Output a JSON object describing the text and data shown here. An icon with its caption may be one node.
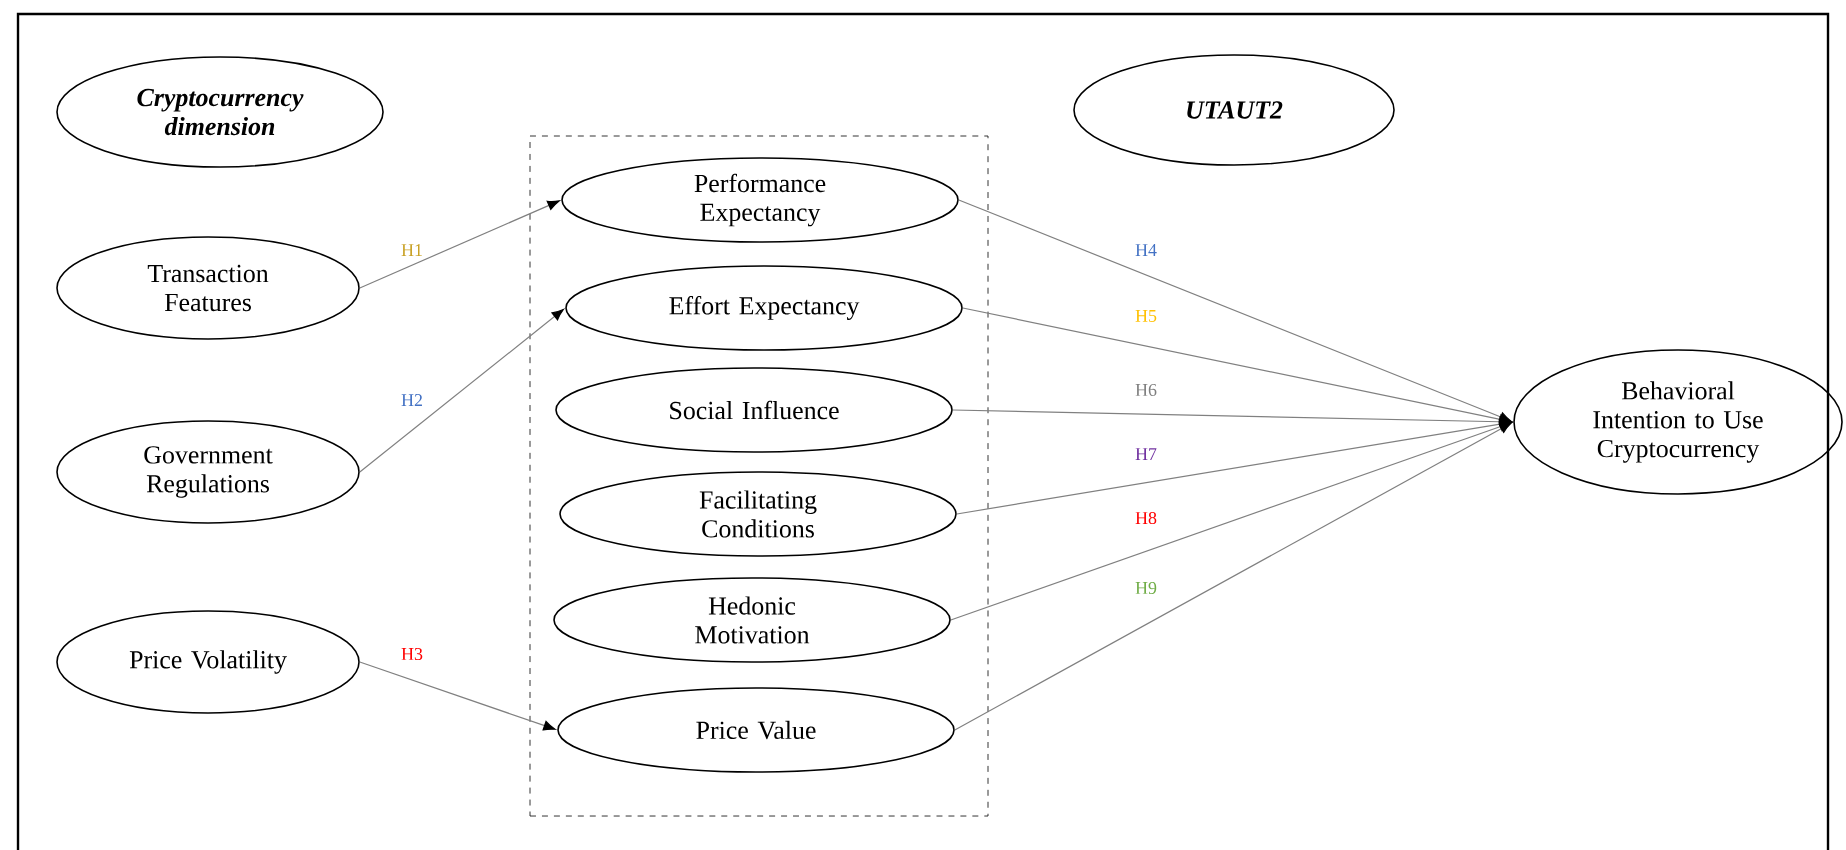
{
  "diagram": {
    "nodes": [
      {
        "text": [
          "Cryptocurrency dimension"
        ]
      },
      {
        "text": [
          "UTAUT2"
        ]
      },
      {
        "text": [
          "Transaction Features"
        ]
      },
      {
        "text": [
          "Government Regulations"
        ]
      },
      {
        "text": [
          "Price Volatility"
        ]
      },
      {
        "text": [],
        "shape": "box"
      },
      {
        "text": [
          "Performance Expectancy"
        ],
        "in": 5
      },
      {
        "text": [
          "Effort Expectancy"
        ],
        "in": 5
      },
      {
        "text": [
          "Social Influence"
        ],
        "in": 5
      },
      {
        "text": [
          "Facilitating Conditions"
        ],
        "in": 5
      },
      {
        "text": [
          "Hedonic Motivation"
        ],
        "in": 5
      },
      {
        "text": [
          "Price Value"
        ],
        "in": 5
      },
      {
        "text": [
          "Behavioral Intention to Use Cryptocurrency"
        ]
      }
    ],
    "edges": [
      {
        "from": 2,
        "to": 6,
        "arrow": "to",
        "label": "H1"
      },
      {
        "from": 3,
        "to": 7,
        "arrow": "to",
        "label": "H2"
      },
      {
        "from": 4,
        "to": 11,
        "arrow": "to",
        "label": "H3"
      },
      {
        "from": 6,
        "to": 12,
        "arrow": "to",
        "label": "H4"
      },
      {
        "from": 7,
        "to": 12,
        "arrow": "to",
        "label": "H5"
      },
      {
        "from": 8,
        "to": 12,
        "arrow": "to",
        "label": "H6"
      },
      {
        "from": 9,
        "to": 12,
        "arrow": "to",
        "label": "H7"
      },
      {
        "from": 10,
        "to": 12,
        "arrow": "to",
        "label": "H8"
      },
      {
        "from": 11,
        "to": 12,
        "arrow": "to",
        "label": "H9"
      }
    ]
  }
}
